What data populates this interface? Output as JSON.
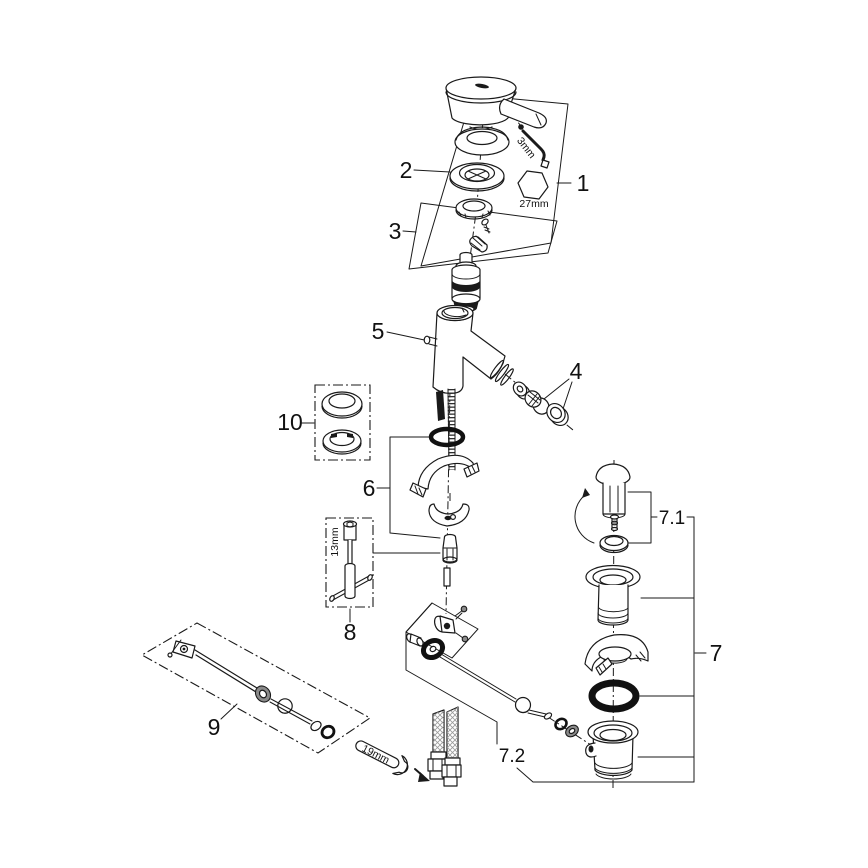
{
  "diagram": {
    "type": "exploded-parts-diagram",
    "background": "#ffffff",
    "line_color": "#1a1a1a",
    "labels": {
      "p1": "1",
      "p2": "2",
      "p3": "3",
      "p4": "4",
      "p5": "5",
      "p6": "6",
      "p7": "7",
      "p7_1": "7.1",
      "p7_2": "7.2",
      "p8": "8",
      "p9": "9",
      "p10": "10"
    },
    "dimensions": {
      "hex_key": "3mm",
      "cap_nut": "27mm",
      "socket_tool": "13mm",
      "wrench": "19mm"
    }
  }
}
